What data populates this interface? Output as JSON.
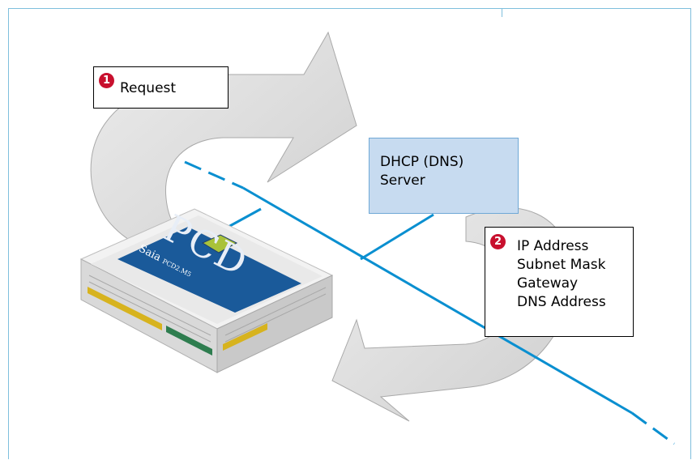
{
  "diagram": {
    "request_box": {
      "number": "1",
      "label": "Request"
    },
    "server_box": {
      "line1": "DHCP (DNS)",
      "line2": "Server"
    },
    "response_box": {
      "number": "2",
      "lines": [
        "IP Address",
        "Subnet Mask",
        "Gateway",
        "DNS Address"
      ]
    },
    "device": {
      "brand": "Saia",
      "model": "PCD2.M5",
      "logo": "PCD"
    }
  },
  "colors": {
    "network_line": "#0a8fd0",
    "arrow_fill": "#dcdcdc",
    "arrow_stroke": "#a9a9a9",
    "server_fill": "#c7dbf0",
    "server_border": "#6fa8d6",
    "badge": "#c8102e",
    "device_panel": "#1a5a9a"
  }
}
